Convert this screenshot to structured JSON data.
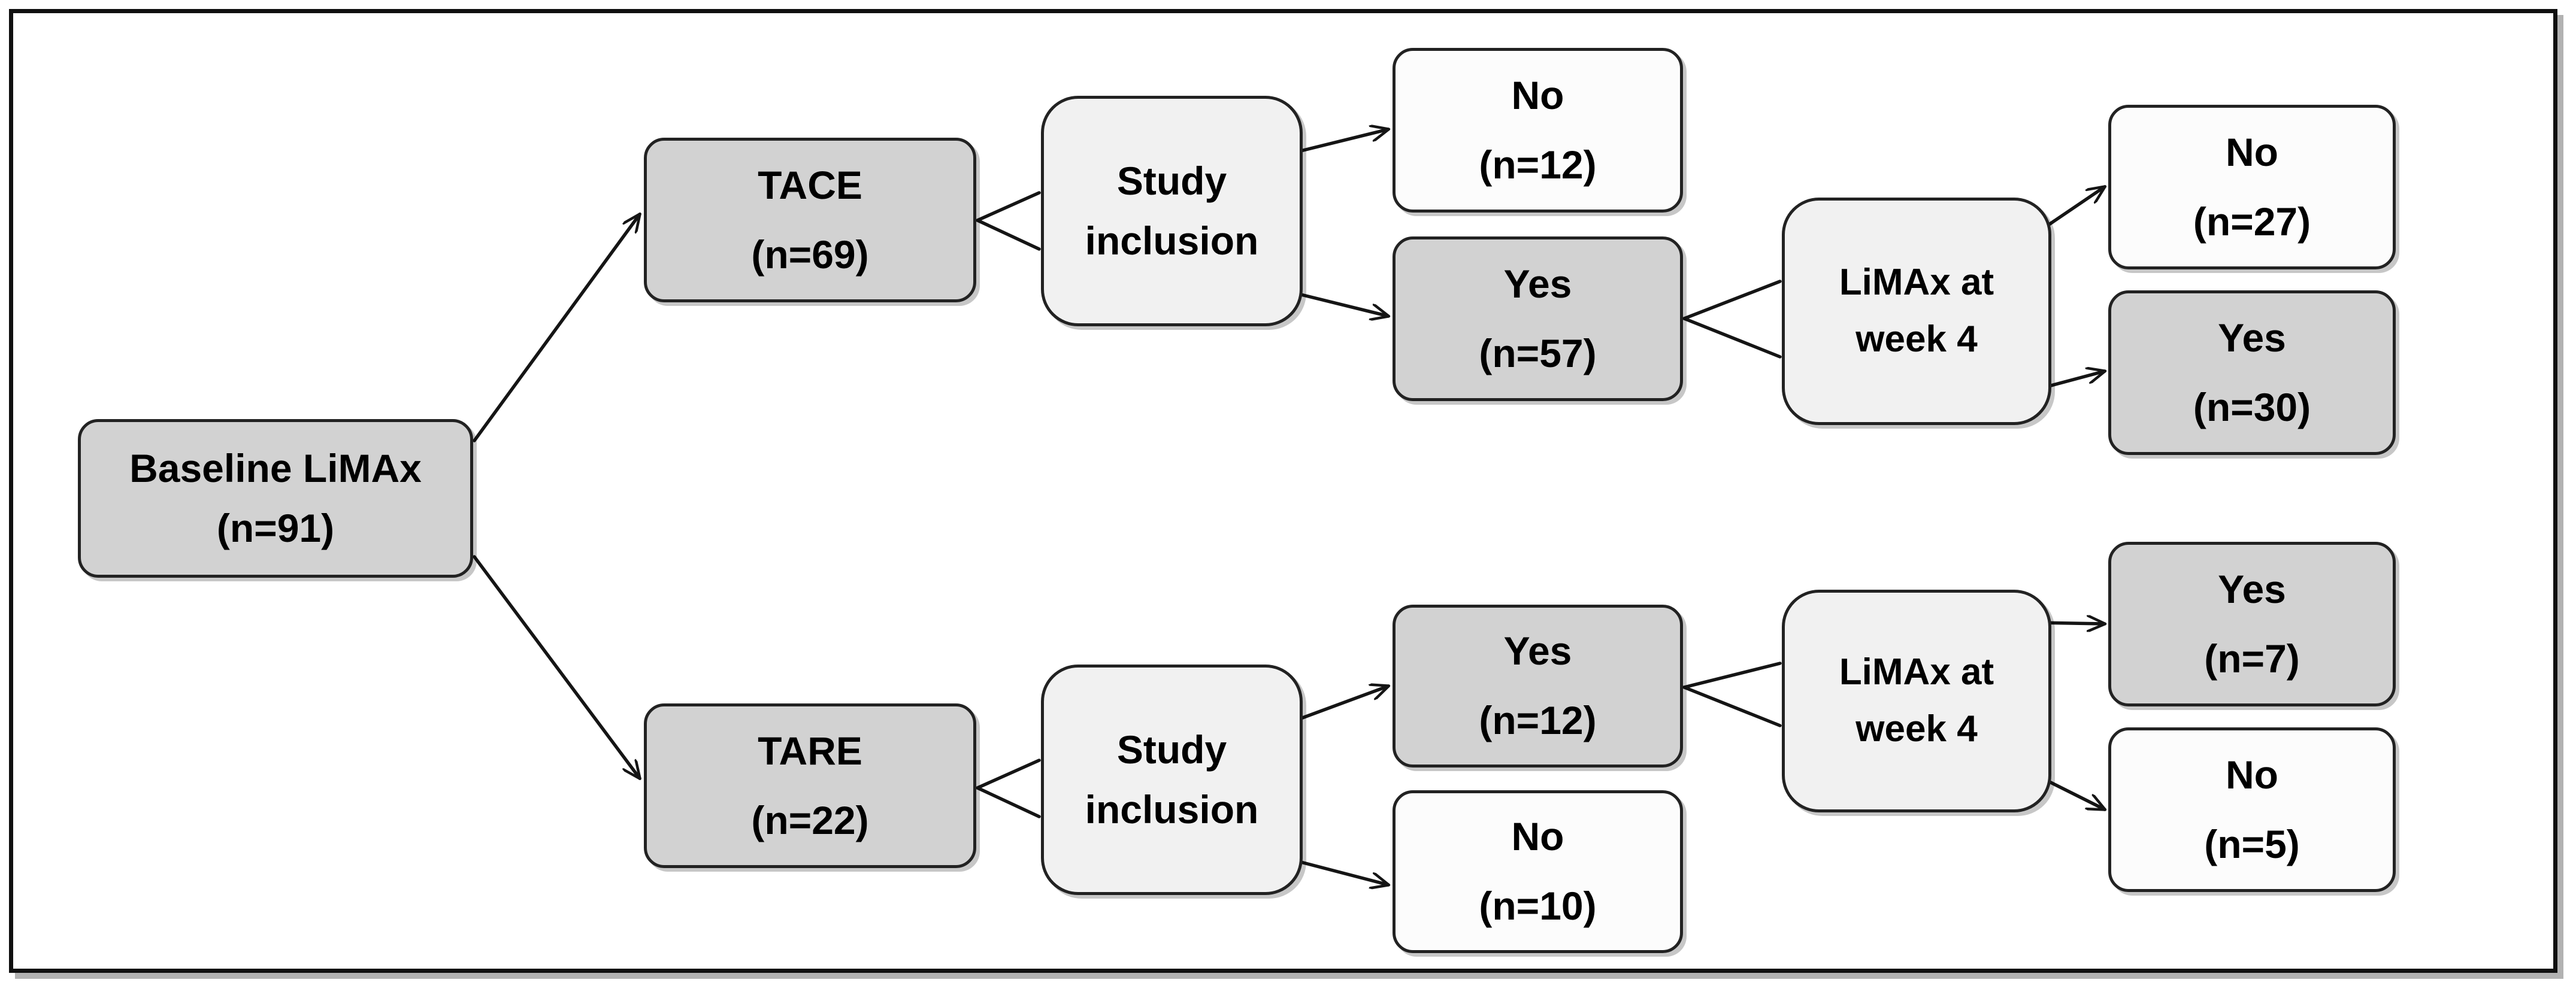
{
  "figure": {
    "title": "Study flow diagram of LiMAx measurements in TACE and TARE patients",
    "colors": {
      "fill_gray": "#d2d2d2",
      "fill_white": "#fcfcfc",
      "fill_light": "#f1f1f1",
      "stroke": "#222222",
      "frame": "#101010",
      "text": "#000000"
    }
  },
  "nodes": {
    "baseline": {
      "line1": "Baseline LiMAx",
      "line2": "(n=91)"
    },
    "tace": {
      "line1": "TACE",
      "line2": "(n=69)"
    },
    "tare": {
      "line1": "TARE",
      "line2": "(n=22)"
    },
    "inclusion_top": {
      "line1": "Study",
      "line2": "inclusion"
    },
    "inclusion_bottom": {
      "line1": "Study",
      "line2": "inclusion"
    },
    "tace_no": {
      "line1": "No",
      "line2": "(n=12)"
    },
    "tace_yes": {
      "line1": "Yes",
      "line2": "(n=57)"
    },
    "limax_top": {
      "line1": "LiMAx at",
      "line2": "week 4"
    },
    "limax_bottom": {
      "line1": "LiMAx at",
      "line2": "week 4"
    },
    "tace_wk4_no": {
      "line1": "No",
      "line2": "(n=27)"
    },
    "tace_wk4_yes": {
      "line1": "Yes",
      "line2": "(n=30)"
    },
    "tare_yes": {
      "line1": "Yes",
      "line2": "(n=12)"
    },
    "tare_no": {
      "line1": "No",
      "line2": "(n=10)"
    },
    "tare_wk4_yes": {
      "line1": "Yes",
      "line2": "(n=7)"
    },
    "tare_wk4_no": {
      "line1": "No",
      "line2": "(n=5)"
    }
  },
  "chart_data": {
    "type": "diagram",
    "title": "Patient flow: baseline LiMAx through TACE/TARE arms to week 4 LiMAx",
    "nodes": [
      {
        "id": "baseline",
        "label": "Baseline LiMAx",
        "n": 91,
        "fill": "gray"
      },
      {
        "id": "tace",
        "label": "TACE",
        "n": 69,
        "fill": "gray"
      },
      {
        "id": "tare",
        "label": "TARE",
        "n": 22,
        "fill": "gray"
      },
      {
        "id": "inclusion_top",
        "label": "Study inclusion",
        "n": null,
        "fill": "light"
      },
      {
        "id": "inclusion_bottom",
        "label": "Study inclusion",
        "n": null,
        "fill": "light"
      },
      {
        "id": "tace_no",
        "label": "No",
        "n": 12,
        "fill": "white"
      },
      {
        "id": "tace_yes",
        "label": "Yes",
        "n": 57,
        "fill": "gray"
      },
      {
        "id": "limax_top",
        "label": "LiMAx at week 4",
        "n": null,
        "fill": "light"
      },
      {
        "id": "limax_bottom",
        "label": "LiMAx at week 4",
        "n": null,
        "fill": "light"
      },
      {
        "id": "tace_wk4_no",
        "label": "No",
        "n": 27,
        "fill": "white"
      },
      {
        "id": "tace_wk4_yes",
        "label": "Yes",
        "n": 30,
        "fill": "gray"
      },
      {
        "id": "tare_yes",
        "label": "Yes",
        "n": 12,
        "fill": "gray"
      },
      {
        "id": "tare_no",
        "label": "No",
        "n": 10,
        "fill": "white"
      },
      {
        "id": "tare_wk4_yes",
        "label": "Yes",
        "n": 7,
        "fill": "gray"
      },
      {
        "id": "tare_wk4_no",
        "label": "No",
        "n": 5,
        "fill": "white"
      }
    ],
    "edges": [
      {
        "from": "baseline",
        "to": "tace",
        "arrow": true
      },
      {
        "from": "baseline",
        "to": "tare",
        "arrow": true
      },
      {
        "from": "tace",
        "to": "inclusion_top",
        "arrow": false
      },
      {
        "from": "tare",
        "to": "inclusion_bottom",
        "arrow": false
      },
      {
        "from": "inclusion_top",
        "to": "tace_no",
        "arrow": true
      },
      {
        "from": "inclusion_top",
        "to": "tace_yes",
        "arrow": true
      },
      {
        "from": "inclusion_bottom",
        "to": "tare_yes",
        "arrow": true
      },
      {
        "from": "inclusion_bottom",
        "to": "tare_no",
        "arrow": true
      },
      {
        "from": "tace_yes",
        "to": "limax_top",
        "arrow": false
      },
      {
        "from": "tare_yes",
        "to": "limax_bottom",
        "arrow": false
      },
      {
        "from": "limax_top",
        "to": "tace_wk4_no",
        "arrow": true
      },
      {
        "from": "limax_top",
        "to": "tace_wk4_yes",
        "arrow": true
      },
      {
        "from": "limax_bottom",
        "to": "tare_wk4_yes",
        "arrow": true
      },
      {
        "from": "limax_bottom",
        "to": "tare_wk4_no",
        "arrow": true
      }
    ]
  }
}
